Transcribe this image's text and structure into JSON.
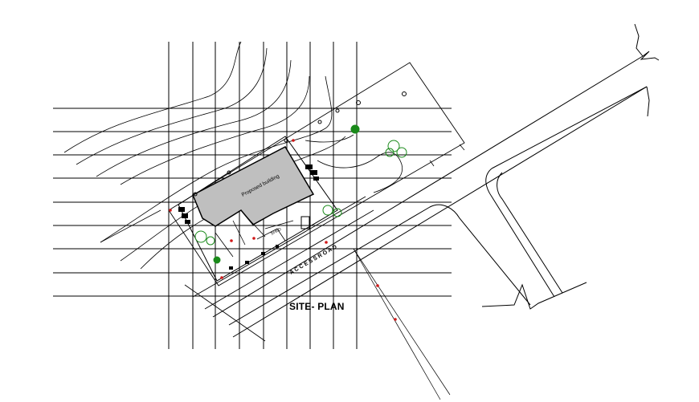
{
  "drawing": {
    "title": "SITE- PLAN",
    "road_label": "A C C E S S   R O A D",
    "building_label": "Proposed building",
    "small_label": "SHED",
    "colors": {
      "line": "#000000",
      "building_fill": "#bfbfbf",
      "tree_green": "#1a8a1a",
      "marker_red": "#d01818"
    }
  }
}
